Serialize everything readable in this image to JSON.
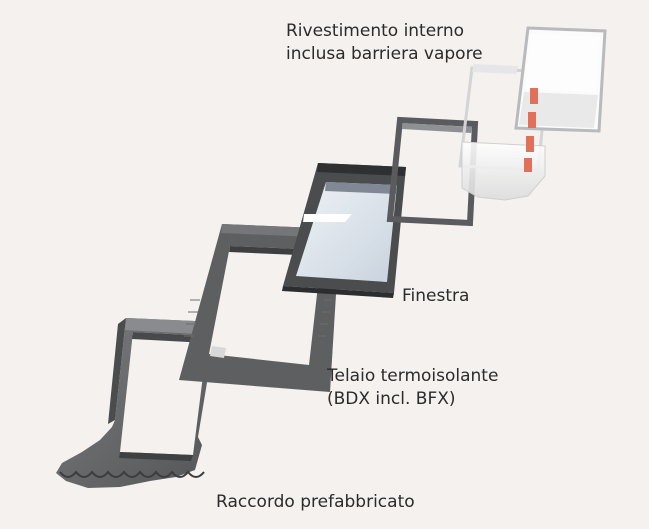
{
  "labels": {
    "rivestimento": [
      "Rivestimento interno",
      "inclusa barriera vapore"
    ],
    "finestra": "Finestra",
    "telaio": [
      "Telaio termoisolante",
      "(BDX incl. BFX)"
    ],
    "raccordo": "Raccordo prefabbricato"
  },
  "colors": {
    "background": "#f4f1ee",
    "flashing_grey": "#6a6b6d",
    "insulation_grey": "#5e5f61",
    "window_frame": "#4b4c4e",
    "glass": "#dfe6ee",
    "lining_white": "#fbfbfb",
    "vapour_barrier_strip": "#e0705a"
  }
}
